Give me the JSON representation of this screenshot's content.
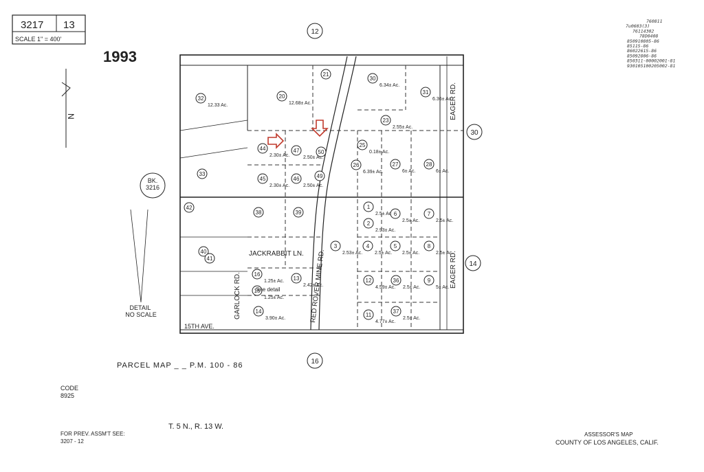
{
  "header": {
    "map_book": "3217",
    "page": "13",
    "scale": "SCALE 1\" = 400'",
    "year": "1993"
  },
  "adjacent": {
    "north": "12",
    "east": "30",
    "east_lower": "14",
    "south": "16",
    "west_book": "BK.\n3216"
  },
  "revisions": [
    "760811",
    "7u0603(3)",
    "76114302",
    "78D0408",
    "850910805-86",
    "85115-86",
    "86022615-86",
    "85092806-86",
    "850311-00002001-81",
    "930105100205002-81"
  ],
  "streets": {
    "eager_rd_upper": "EAGER RD.",
    "eager_rd_lower": "EAGER RD.",
    "jackrabbit": "JACKRABBIT LN.",
    "red_rover_mine": "RED ROVER MINE RD.",
    "garlock": "GARLOCK RD.",
    "fifteenth": "15TH AVE."
  },
  "parcels": [
    {
      "id": "32",
      "area": "12.33 Ac."
    },
    {
      "id": "20",
      "area": "12.68± Ac."
    },
    {
      "id": "21",
      "area": ""
    },
    {
      "id": "30",
      "area": "6.34± Ac."
    },
    {
      "id": "31",
      "area": "6.36± Ac."
    },
    {
      "id": "33",
      "area": ""
    },
    {
      "id": "44",
      "area": "2.30± Ac."
    },
    {
      "id": "47",
      "area": "2.50± Ac."
    },
    {
      "id": "50",
      "area": ""
    },
    {
      "id": "25",
      "area": "0.18± Ac."
    },
    {
      "id": "23",
      "area": "2.55± Ac."
    },
    {
      "id": "26",
      "area": "6.39± Ac."
    },
    {
      "id": "27",
      "area": "6± Ac."
    },
    {
      "id": "28",
      "area": "6± Ac."
    },
    {
      "id": "45",
      "area": "2.30± Ac."
    },
    {
      "id": "46",
      "area": "2.50± Ac."
    },
    {
      "id": "49",
      "area": ""
    },
    {
      "id": "42",
      "area": ""
    },
    {
      "id": "38",
      "area": ""
    },
    {
      "id": "39",
      "area": ""
    },
    {
      "id": "1",
      "area": "2.5± Ac."
    },
    {
      "id": "6",
      "area": "2.5± Ac."
    },
    {
      "id": "7",
      "area": "2.5± Ac."
    },
    {
      "id": "2",
      "area": "2.93± Ac."
    },
    {
      "id": "40",
      "area": ""
    },
    {
      "id": "41",
      "area": ""
    },
    {
      "id": "3",
      "area": "2.53± Ac."
    },
    {
      "id": "4",
      "area": "2.5± Ac."
    },
    {
      "id": "5",
      "area": "2.5± Ac."
    },
    {
      "id": "8",
      "area": "2.5± Ac."
    },
    {
      "id": "16",
      "area": "1.25± Ac."
    },
    {
      "id": "13",
      "area": "2.42± Ac."
    },
    {
      "id": "12",
      "area": "4.59± Ac."
    },
    {
      "id": "36",
      "area": "2.5± Ac."
    },
    {
      "id": "9",
      "area": "5± Ac."
    },
    {
      "id": "15",
      "area": "1.25± Ac."
    },
    {
      "id": "14",
      "area": "3.90± Ac."
    },
    {
      "id": "11",
      "area": "4.77± Ac."
    },
    {
      "id": "37",
      "area": "2.5± Ac."
    }
  ],
  "labels": {
    "detail": "DETAIL\nNO SCALE",
    "see_detail": "See detail",
    "parcel_map": "PARCEL  MAP  _  _  P.M. 100 - 86",
    "code_label": "CODE",
    "code_value": "8925",
    "township": "T. 5 N., R. 13 W.",
    "prev_assmt": "FOR PREV. ASSM'T SEE:",
    "prev_ref": "3207 - 12",
    "assessor_1": "ASSESSOR'S MAP",
    "assessor_2": "COUNTY OF LOS ANGELES, CALIF.",
    "north": "N"
  },
  "colors": {
    "ink": "#222222",
    "arrow": "#c0392b",
    "paper": "#ffffff"
  }
}
